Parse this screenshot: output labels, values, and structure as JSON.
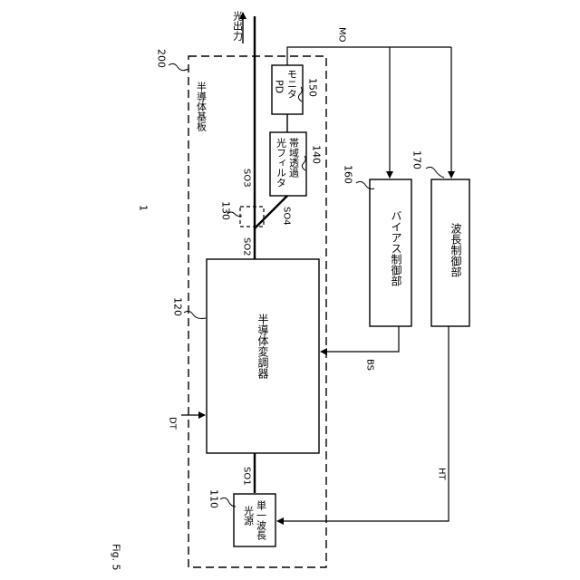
{
  "figure": {
    "fig_label": "Fig. 5",
    "ref_main": "1",
    "output_label": "光出力",
    "substrate": {
      "label": "半導体基板",
      "ref": "200"
    },
    "components": {
      "laser": {
        "line1": "単一波長",
        "line2": "光源",
        "ref": "110"
      },
      "modulator": {
        "label": "半導体変調器",
        "ref": "120"
      },
      "coupler": {
        "ref": "130"
      },
      "filter": {
        "line1": "帯域透過",
        "line2": "光フィルタ",
        "ref": "140"
      },
      "monitor": {
        "line1": "モニタ",
        "line2": "PD",
        "ref": "150"
      },
      "bias_ctrl": {
        "label": "バイアス制御部",
        "ref": "160"
      },
      "wl_ctrl": {
        "label": "波長制御部",
        "ref": "170"
      }
    },
    "signals": {
      "so1": "SO1",
      "so2": "SO2",
      "so3": "SO3",
      "so4": "SO4",
      "dt": "DT",
      "bs": "BS",
      "ht": "HT",
      "mo": "MO"
    }
  }
}
